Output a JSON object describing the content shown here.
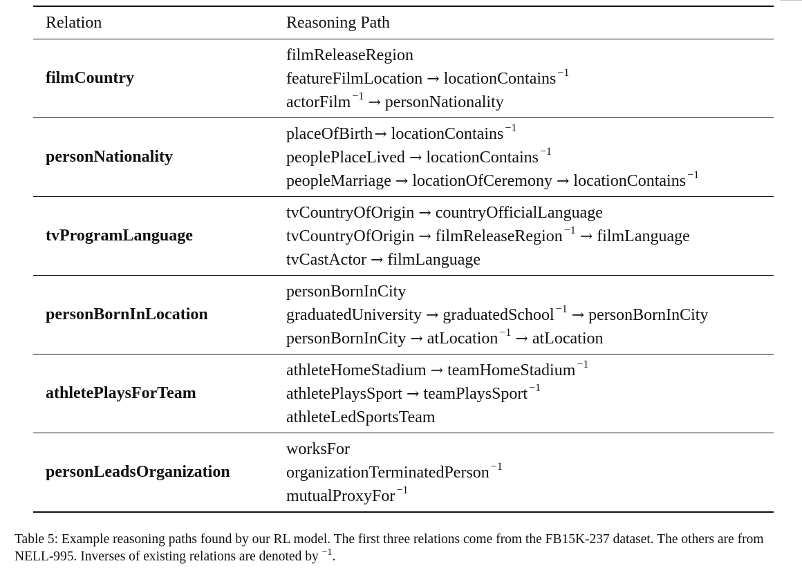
{
  "table": {
    "headers": {
      "relation": "Relation",
      "path": "Reasoning Path"
    },
    "inverse_mark": "−1",
    "arrow": "→",
    "rows": [
      {
        "relation": "filmCountry",
        "paths": [
          [
            {
              "t": "filmReleaseRegion",
              "inv": false
            }
          ],
          [
            {
              "t": "featureFilmLocation",
              "inv": false
            },
            {
              "t": "locationContains",
              "inv": true
            }
          ],
          [
            {
              "t": "actorFilm",
              "inv": true
            },
            {
              "t": "personNationality",
              "inv": false
            }
          ]
        ]
      },
      {
        "relation": "personNationality",
        "paths": [
          [
            {
              "t": "placeOfBirth",
              "inv": false,
              "tight": true
            },
            {
              "t": "locationContains",
              "inv": true
            }
          ],
          [
            {
              "t": "peoplePlaceLived",
              "inv": false
            },
            {
              "t": "locationContains",
              "inv": true
            }
          ],
          [
            {
              "t": "peopleMarriage",
              "inv": false
            },
            {
              "t": "locationOfCeremony",
              "inv": false
            },
            {
              "t": "locationContains",
              "inv": true
            }
          ]
        ]
      },
      {
        "relation": "tvProgramLanguage",
        "paths": [
          [
            {
              "t": "tvCountryOfOrigin",
              "inv": false
            },
            {
              "t": "countryOfficialLanguage",
              "inv": false
            }
          ],
          [
            {
              "t": "tvCountryOfOrigin",
              "inv": false
            },
            {
              "t": "filmReleaseRegion",
              "inv": true
            },
            {
              "t": "filmLanguage",
              "inv": false
            }
          ],
          [
            {
              "t": "tvCastActor",
              "inv": false
            },
            {
              "t": "filmLanguage",
              "inv": false
            }
          ]
        ]
      },
      {
        "relation": "personBornInLocation",
        "paths": [
          [
            {
              "t": "personBornInCity",
              "inv": false
            }
          ],
          [
            {
              "t": "graduatedUniversity",
              "inv": false
            },
            {
              "t": "graduatedSchool",
              "inv": true
            },
            {
              "t": "personBornInCity",
              "inv": false
            }
          ],
          [
            {
              "t": "personBornInCity",
              "inv": false
            },
            {
              "t": "atLocation",
              "inv": true
            },
            {
              "t": "atLocation",
              "inv": false
            }
          ]
        ]
      },
      {
        "relation": "athletePlaysForTeam",
        "paths": [
          [
            {
              "t": "athleteHomeStadium",
              "inv": false
            },
            {
              "t": "teamHomeStadium",
              "inv": true
            }
          ],
          [
            {
              "t": "athletePlaysSport",
              "inv": false
            },
            {
              "t": "teamPlaysSport",
              "inv": true
            }
          ],
          [
            {
              "t": "athleteLedSportsTeam",
              "inv": false
            }
          ]
        ]
      },
      {
        "relation": "personLeadsOrganization",
        "paths": [
          [
            {
              "t": "worksFor",
              "inv": false
            }
          ],
          [
            {
              "t": "organizationTerminatedPerson",
              "inv": true
            }
          ],
          [
            {
              "t": "mutualProxyFor",
              "inv": true
            }
          ]
        ]
      }
    ]
  },
  "caption": {
    "text": "Table 5: Example reasoning paths found by our RL model. The first three relations come from the FB15K-237 dataset. The others are from NELL-995. Inverses of existing relations are denoted by ",
    "inverse_mark": "−1",
    "end": "."
  }
}
